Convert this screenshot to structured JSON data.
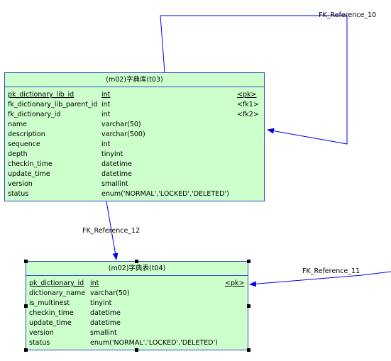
{
  "references": [
    {
      "id": "fk10",
      "label": "FK_Reference_10"
    },
    {
      "id": "fk12",
      "label": "FK_Reference_12"
    },
    {
      "id": "fk11",
      "label": "FK_Reference_11"
    }
  ],
  "tables": [
    {
      "id": "t03",
      "title": "(m02)字典库(t03)",
      "columns": [
        {
          "name": "pk_dictionary_lib_id",
          "type": "int",
          "key": "<pk>",
          "pk": true
        },
        {
          "name": "fk_dictionary_lib_parent_id",
          "type": "int",
          "key": "<fk1>",
          "pk": false
        },
        {
          "name": "fk_dictionary_id",
          "type": "int",
          "key": "<fk2>",
          "pk": false
        },
        {
          "name": "name",
          "type": "varchar(50)",
          "key": "",
          "pk": false
        },
        {
          "name": "description",
          "type": "varchar(500)",
          "key": "",
          "pk": false
        },
        {
          "name": "sequence",
          "type": "int",
          "key": "",
          "pk": false
        },
        {
          "name": "depth",
          "type": "tinyint",
          "key": "",
          "pk": false
        },
        {
          "name": "checkin_time",
          "type": "datetime",
          "key": "",
          "pk": false
        },
        {
          "name": "update_time",
          "type": "datetime",
          "key": "",
          "pk": false
        },
        {
          "name": "version",
          "type": "smallint",
          "key": "",
          "pk": false
        },
        {
          "name": "status",
          "type": "enum('NORMAL','LOCKED','DELETED')",
          "key": "",
          "pk": false
        }
      ]
    },
    {
      "id": "t04",
      "title": "(m02)字典表(t04)",
      "columns": [
        {
          "name": "pk_dictionary_id",
          "type": "int",
          "key": "<pk>",
          "pk": true
        },
        {
          "name": "dictionary_name",
          "type": "varchar(50)",
          "key": "",
          "pk": false
        },
        {
          "name": "is_multinest",
          "type": "tinyint",
          "key": "",
          "pk": false
        },
        {
          "name": "checkin_time",
          "type": "datetime",
          "key": "",
          "pk": false
        },
        {
          "name": "update_time",
          "type": "datetime",
          "key": "",
          "pk": false
        },
        {
          "name": "version",
          "type": "smallint",
          "key": "",
          "pk": false
        },
        {
          "name": "status",
          "type": "enum('NORMAL','LOCKED','DELETED')",
          "key": "",
          "pk": false
        }
      ]
    }
  ]
}
